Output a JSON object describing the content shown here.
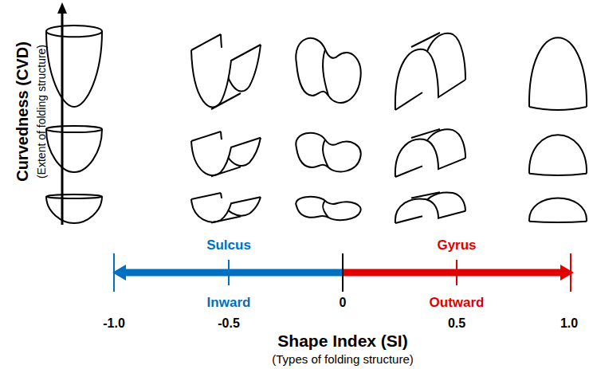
{
  "diagram": {
    "labels": [
      "Curvedness (CVD)",
      "(Extent of folding structure)",
      "Sulcus",
      "Inward",
      "Gyrus",
      "Outward",
      "-1.0",
      "-0.5",
      "0",
      "0.5",
      "1.0",
      "Shape Index (SI)",
      "(Types of folding structure)"
    ]
  }
}
